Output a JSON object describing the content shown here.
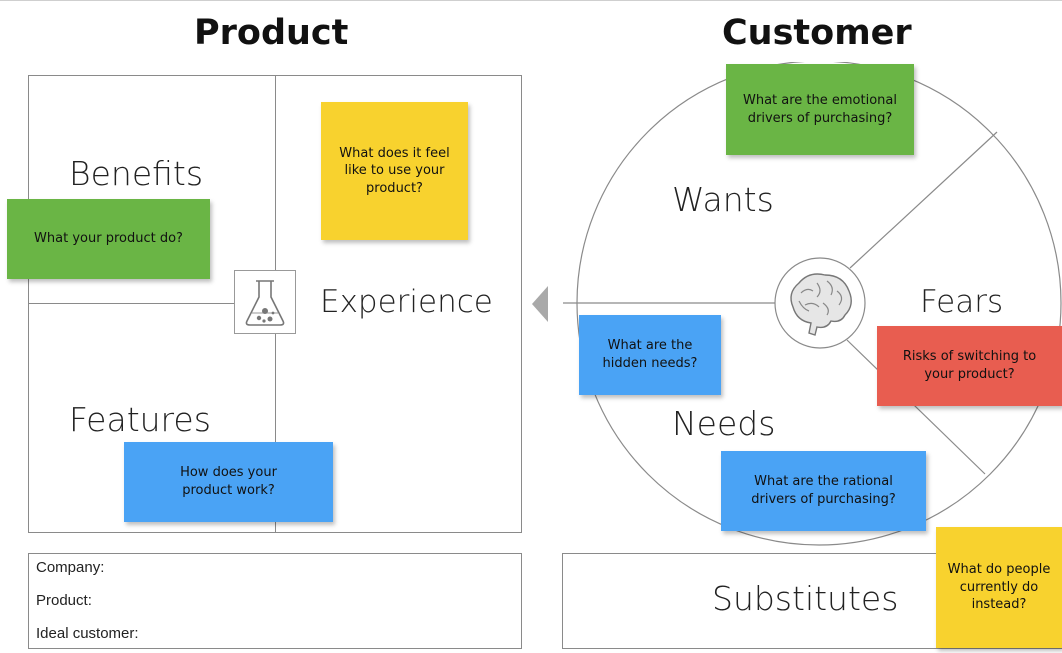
{
  "product": {
    "heading": "Product",
    "benefits_label": "Benefits",
    "experience_label": "Experience",
    "features_label": "Features",
    "notes": {
      "benefits": "What your product do?",
      "experience": "What does it feel like to use your product?",
      "features": "How does your product work?"
    },
    "icon": "flask-icon"
  },
  "customer": {
    "heading": "Customer",
    "wants_label": "Wants",
    "needs_label": "Needs",
    "fears_label": "Fears",
    "notes": {
      "wants": "What are the emotional drivers of purchasing?",
      "hidden_needs": "What are the hidden needs?",
      "fears": "Risks of switching to your product?",
      "rational": "What are the rational drivers of purchasing?"
    },
    "icon": "brain-icon"
  },
  "info": {
    "company": "Company:",
    "product": "Product:",
    "ideal_customer": "Ideal customer:"
  },
  "substitutes": {
    "label": "Substitutes",
    "note": "What do people currently do instead?"
  },
  "colors": {
    "green": "#6ab545",
    "yellow": "#f8d22e",
    "blue": "#4aa3f5",
    "red": "#e85d50",
    "line": "#8a8a8a",
    "arrow": "#a9a9a9"
  }
}
